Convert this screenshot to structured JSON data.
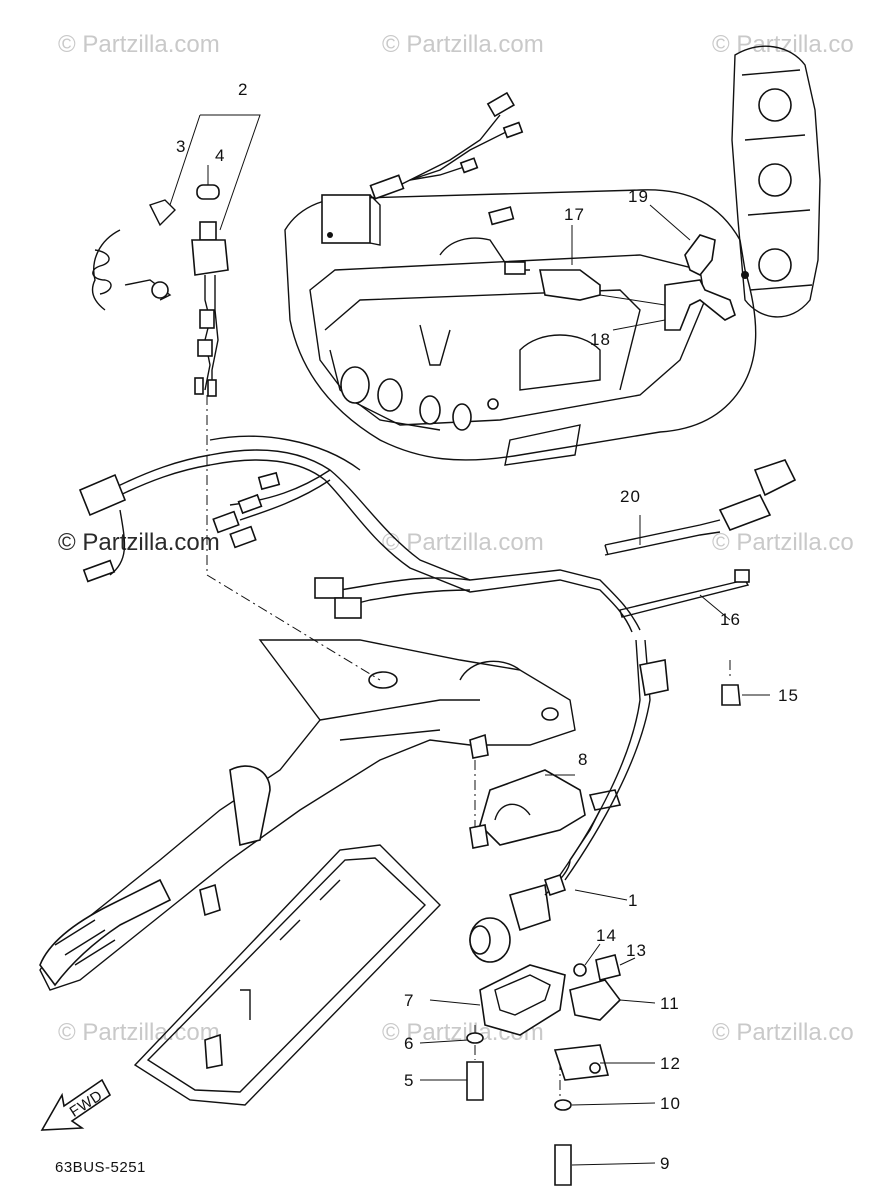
{
  "watermarks": {
    "top_left": "© Partzilla.com",
    "top_center": "© Partzilla.com",
    "top_right": "© Partzilla.co",
    "mid_left": "© Partzilla.com",
    "mid_center": "© Partzilla.com",
    "mid_right": "© Partzilla.co",
    "bottom_left": "© Partzilla.com",
    "bottom_center": "© Partzilla.com",
    "bottom_right": "© Partzilla.co"
  },
  "callouts": {
    "c1": "1",
    "c2": "2",
    "c3": "3",
    "c4": "4",
    "c5": "5",
    "c6": "6",
    "c7": "7",
    "c8": "8",
    "c9": "9",
    "c10": "10",
    "c11": "11",
    "c12": "12",
    "c13": "13",
    "c14": "14",
    "c15": "15",
    "c16": "16",
    "c17": "17",
    "c18": "18",
    "c19": "19",
    "c20": "20"
  },
  "fwd_label": "FWD",
  "diagram_code": "63BUS-5251"
}
